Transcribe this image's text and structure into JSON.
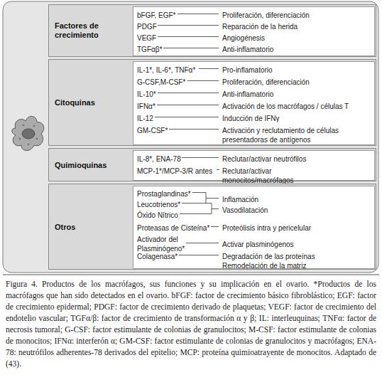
{
  "diagram": {
    "caption": "Figura 4. Productos de los macrófagos, sus funciones y su implicación en el ovario. *Productos de los macrófagos que han sido detectados en el ovario. bFGF: factor de crecimiento básico fibroblástico; EGF: factor de crecimiento epidermal; PDGF: factor de crecimiento derivado de plaquetas; VEGF: factor de crecimiento del endotelio vascular; TGFα/β: factor de crecimiento de transformación α y β; IL: interleuquinas; TNFα: factor de necrosis tumoral; G-CSF: factor estimulante de colonias de granulocitos; M-CSF: factor estimulante de colonias de monocitos; IFNα: interferón α; GM-CSF: factor estimulante de colonias de granulocitos y macrófagos; ENA-78: neutrófilos adherentes-78 derivados del epitelio; MCP: proteína quimioatrayente de monocitos. Adaptado de (43).",
    "nodes": [
      {
        "text": [
          "Factores de crecimiento"
        ]
      },
      {
        "text": [
          "bFGF, EGF*",
          "Proliferación, diferenciación",
          "PDGF",
          "Reparación de la herida",
          "VEGF",
          "Angiogénesis",
          "TGFαβ*",
          "Anti-inflamatorio"
        ],
        "in": 0
      },
      {
        "text": [
          "Citoquinas"
        ]
      },
      {
        "text": [
          "IL-1*, IL-6*, TNFα*",
          "Pro-inflamatorio",
          "G-CSF,M-CSF*",
          "Proliferación, diferenciación",
          "IL-10*",
          "Anti-inflamatorio",
          "IFNα*",
          "Activación de los macrófagos / células T",
          "IL-12",
          "Inducción de IFNγ",
          "GM-CSF*",
          "Activación y reclutamiento de células presentadoras de antígenos"
        ],
        "in": 2
      },
      {
        "text": [
          "Quimioquinas"
        ]
      },
      {
        "text": [
          "IL-8*, ENA-78",
          "Reclutar/activar neutrófilos",
          "MCP-1*/MCP-3/R antes",
          "Reclutar/activar monocitos/macrófagos"
        ],
        "in": 4
      },
      {
        "text": [
          "Otros"
        ]
      },
      {
        "text": [
          "Prostaglandinas*",
          "Leucotrienos*",
          "Óxido Nítrico",
          "Inflamación",
          "Vasodilatación",
          "Proteasas de Cisteína*",
          "Proteólisis intra y pericelular",
          "Activador del Plasminógeno*",
          "Activar plasminógenos",
          "Colagenasa*",
          "Degradación de las proteínas Remodelación de la matriz"
        ],
        "in": 6
      }
    ]
  }
}
